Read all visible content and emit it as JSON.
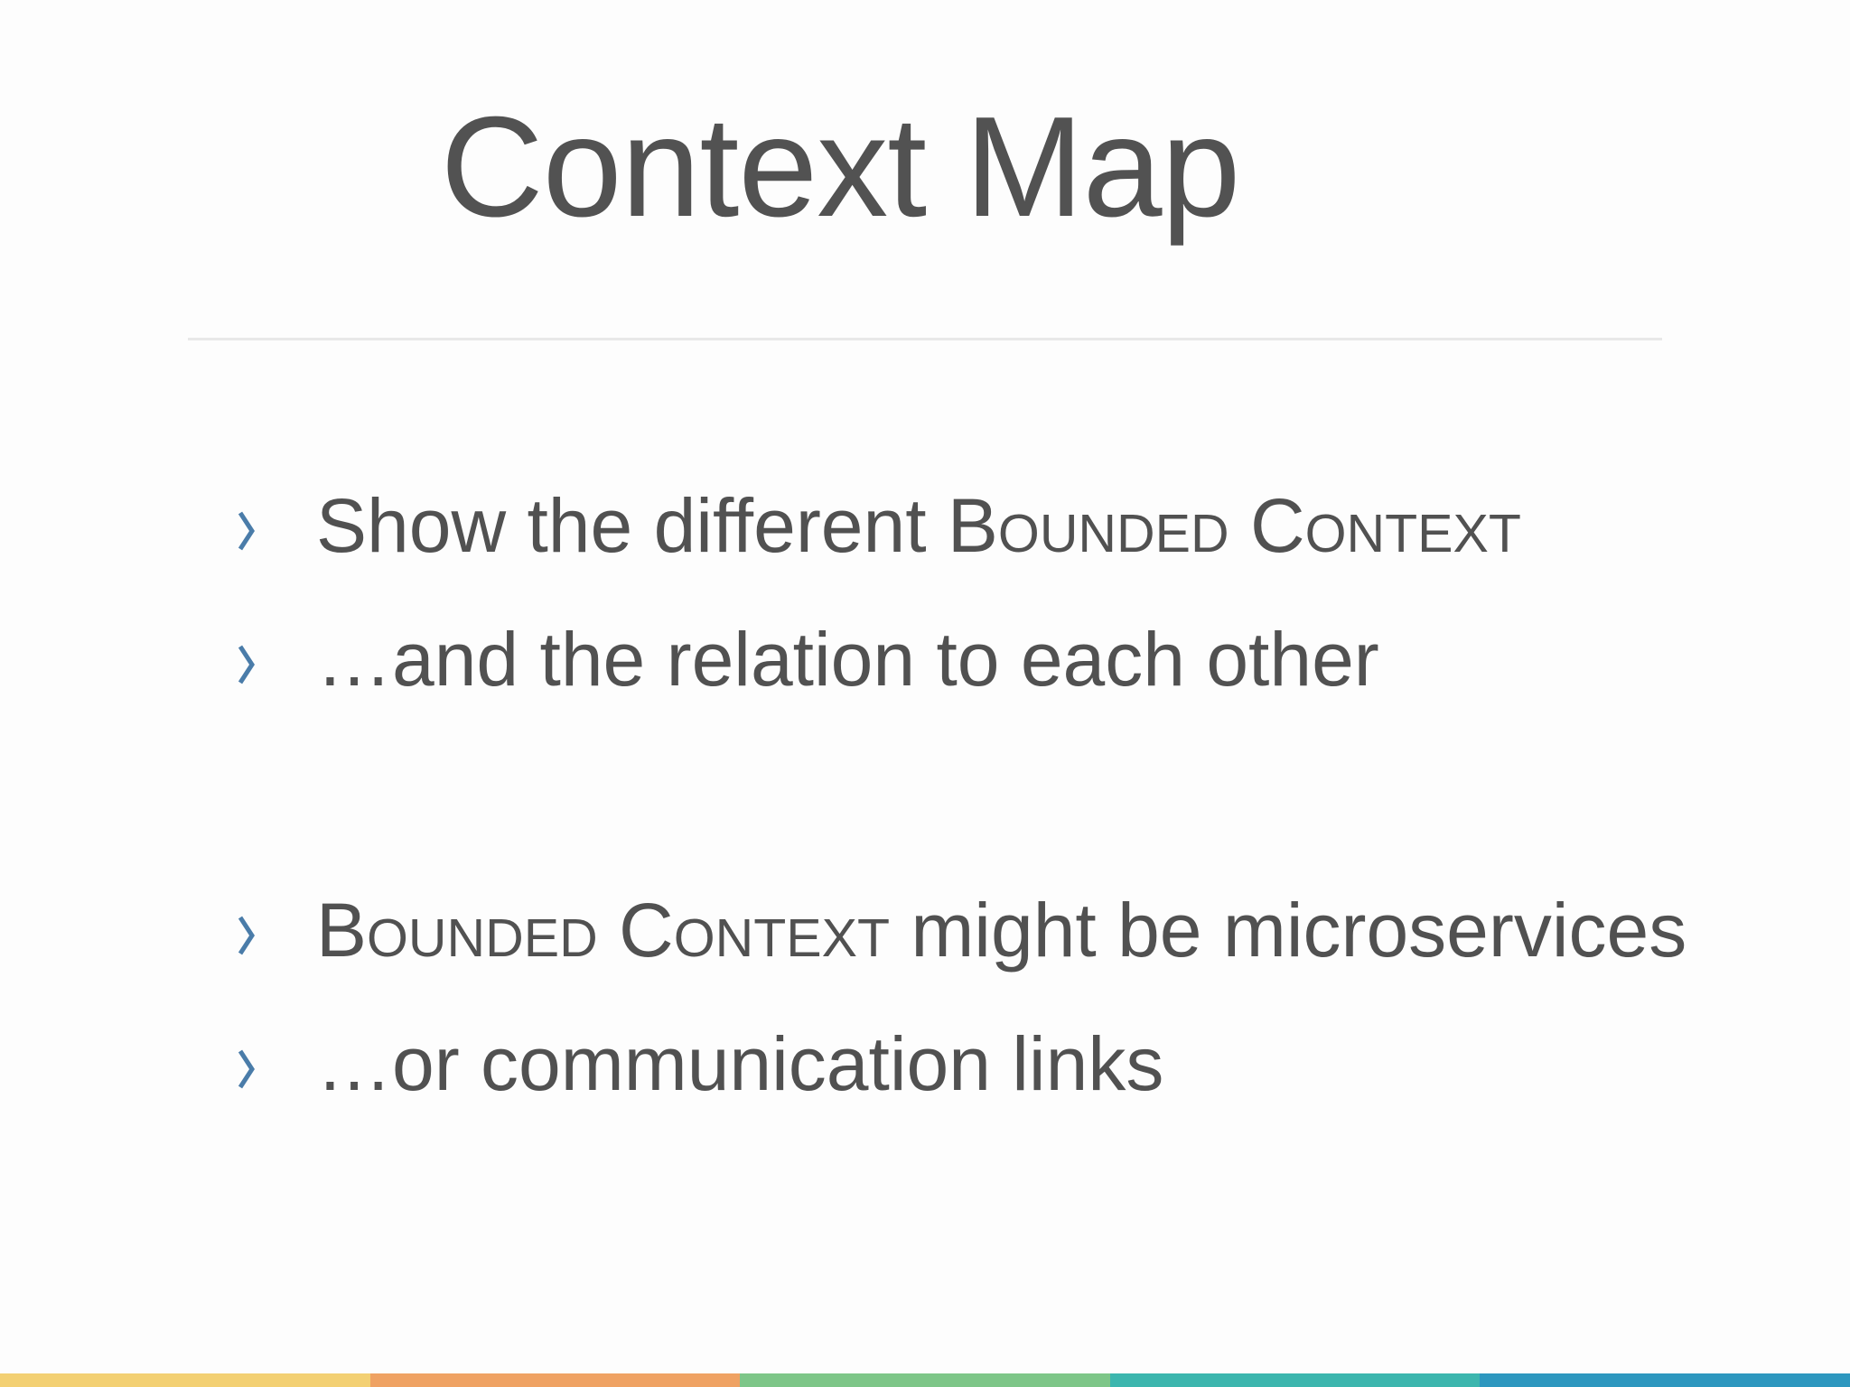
{
  "slide": {
    "title": "Context Map",
    "bullet_marker_icon": "chevron-right",
    "bullets": [
      {
        "pre": "Show the different ",
        "smallcaps": "Bounded Context",
        "post": ""
      },
      {
        "pre": "…and the relation to each other",
        "smallcaps": "",
        "post": ""
      },
      {
        "pre": "",
        "smallcaps": "Bounded Context",
        "post": " might be microservices"
      },
      {
        "pre": "…or communication links",
        "smallcaps": "",
        "post": ""
      }
    ]
  },
  "colors": {
    "background": "#fdfdfd",
    "title_text": "#525252",
    "body_text": "#515151",
    "bullet_accent": "#4a7ca9",
    "divider": "#e8e8e8"
  },
  "footer": {
    "segments": [
      {
        "name": "yellow",
        "color": "#f3d073"
      },
      {
        "name": "orange",
        "color": "#efa263"
      },
      {
        "name": "green",
        "color": "#7dc688"
      },
      {
        "name": "teal",
        "color": "#3cb6ae"
      },
      {
        "name": "blue",
        "color": "#2d97bf"
      }
    ]
  }
}
